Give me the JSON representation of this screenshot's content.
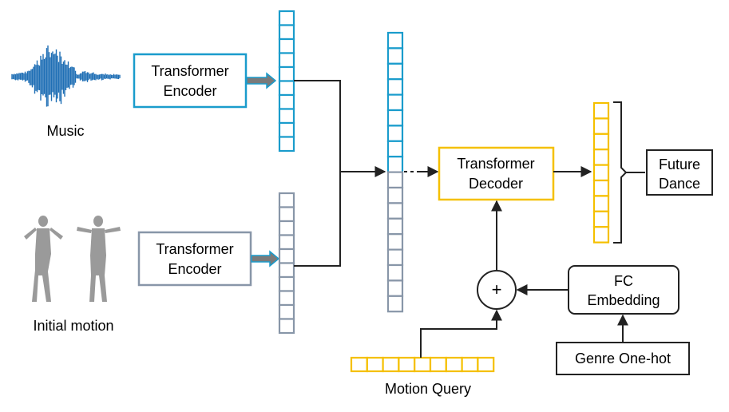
{
  "labels": {
    "music": "Music",
    "initial_motion": "Initial motion",
    "motion_query": "Motion Query",
    "plus": "+"
  },
  "boxes": {
    "music_encoder": [
      "Transformer",
      "Encoder"
    ],
    "motion_encoder": [
      "Transformer",
      "Encoder"
    ],
    "decoder": [
      "Transformer",
      "Decoder"
    ],
    "fc": [
      "FC",
      "Embedding"
    ],
    "genre": [
      "Genre One-hot"
    ],
    "future": [
      "Future",
      "Dance"
    ]
  },
  "colors": {
    "blue": "#1a9ccc",
    "gray": "#8896a8",
    "yellow": "#f5c000",
    "dark": "#222222",
    "arrow_fill": "#7a7a7a",
    "waveform": "#1f6fb5",
    "figure": "#9a9a9a"
  },
  "token_columns": {
    "music_tokens": 10,
    "motion_tokens": 10,
    "concat_music_tokens": 9,
    "concat_motion_tokens": 9,
    "output_tokens": 9,
    "query_tokens": 9
  }
}
